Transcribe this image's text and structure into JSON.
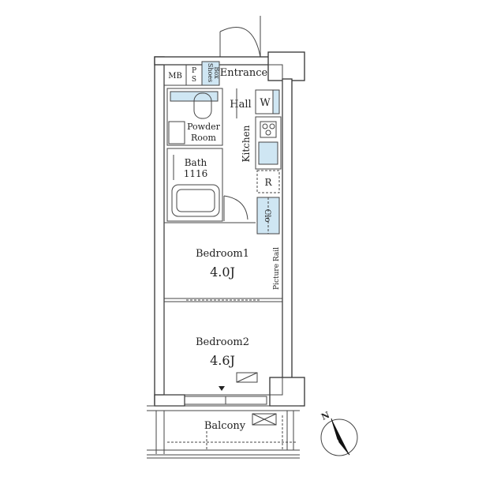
{
  "labels": {
    "mb": "MB",
    "ps_p": "P",
    "ps_s": "S",
    "shoes_line1": "Shoes",
    "shoes_line2": "Box",
    "entrance": "Entrance",
    "hall": "Hall",
    "w": "W",
    "powder_line1": "Powder",
    "powder_line2": "Room",
    "kitchen": "Kitchen",
    "bath_line1": "Bath",
    "bath_line2": "1116",
    "r": "R",
    "clo": "Clo",
    "picture_rail": "Picture Rail",
    "bedroom1_name": "Bedroom1",
    "bedroom1_size": "4.0J",
    "bedroom2_name": "Bedroom2",
    "bedroom2_size": "4.6J",
    "balcony": "Balcony",
    "compass_n": "N"
  },
  "colors": {
    "fixture_blue": "#cfe6f3",
    "line": "#333333",
    "wall_fill": "#ffffff"
  }
}
